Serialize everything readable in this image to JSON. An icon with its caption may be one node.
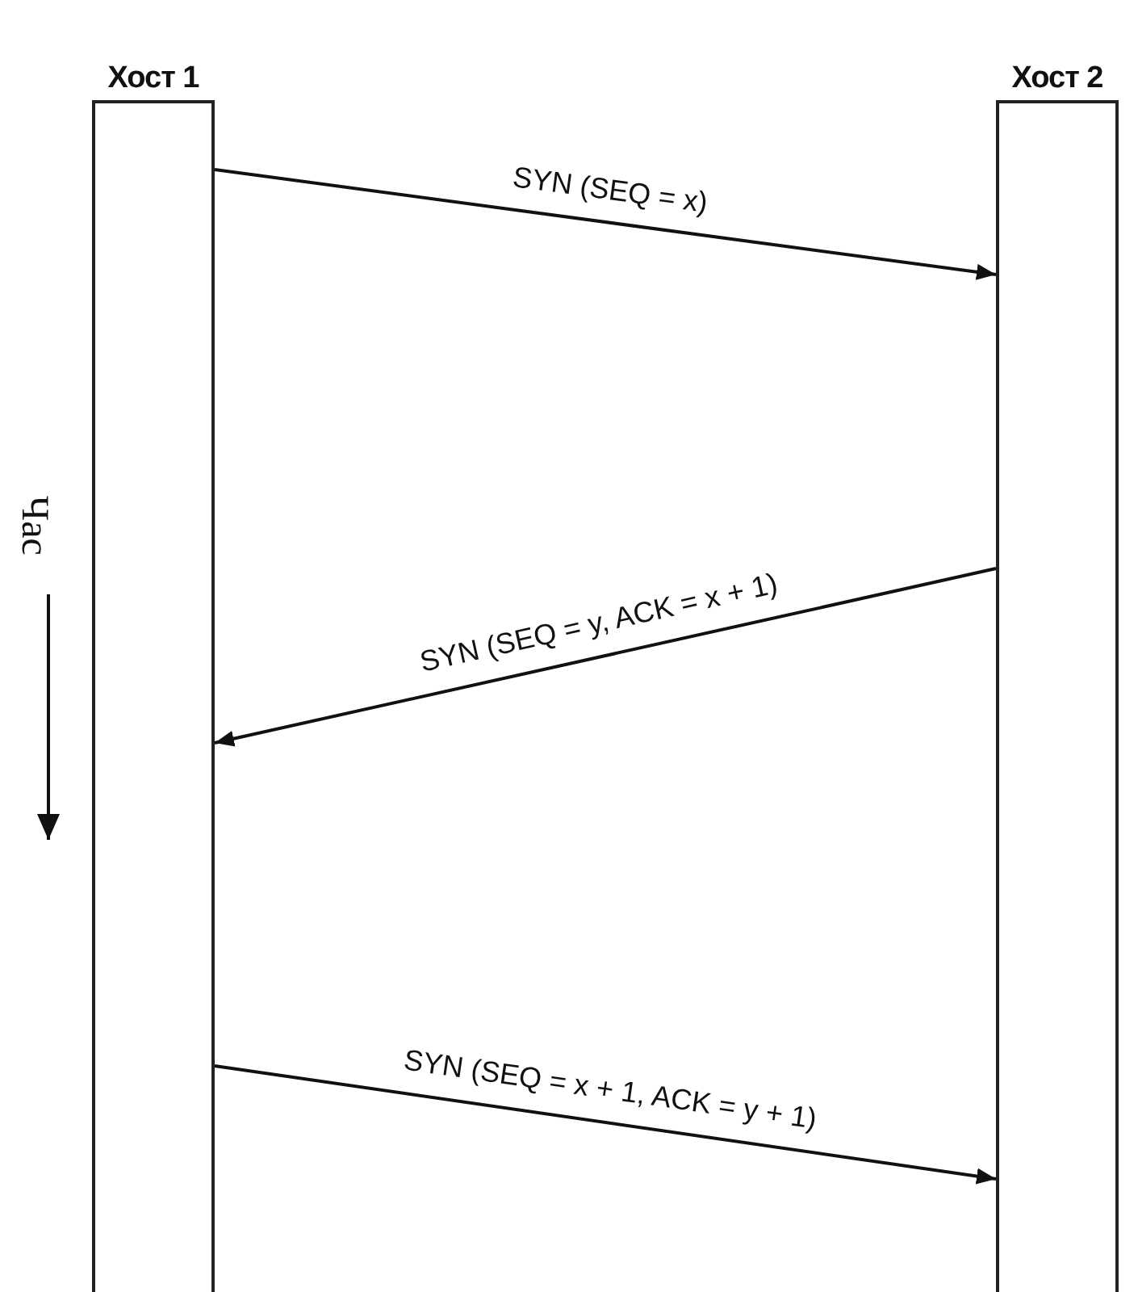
{
  "diagram": {
    "nodes": [
      {
        "text": [
          "Хост 1"
        ]
      },
      {
        "text": [
          "Хост 2"
        ]
      }
    ],
    "edges": [
      {
        "from": 0,
        "to": 1,
        "arrow": "to",
        "label": "SYN (SEQ = x)"
      },
      {
        "from": 1,
        "to": 0,
        "arrow": "to",
        "label": "SYN (SEQ = y, ACK = x + 1)"
      },
      {
        "from": 0,
        "to": 1,
        "arrow": "to",
        "label": "SYN (SEQ = x + 1, ACK = y + 1)"
      }
    ],
    "labels": [
      "Час"
    ]
  }
}
